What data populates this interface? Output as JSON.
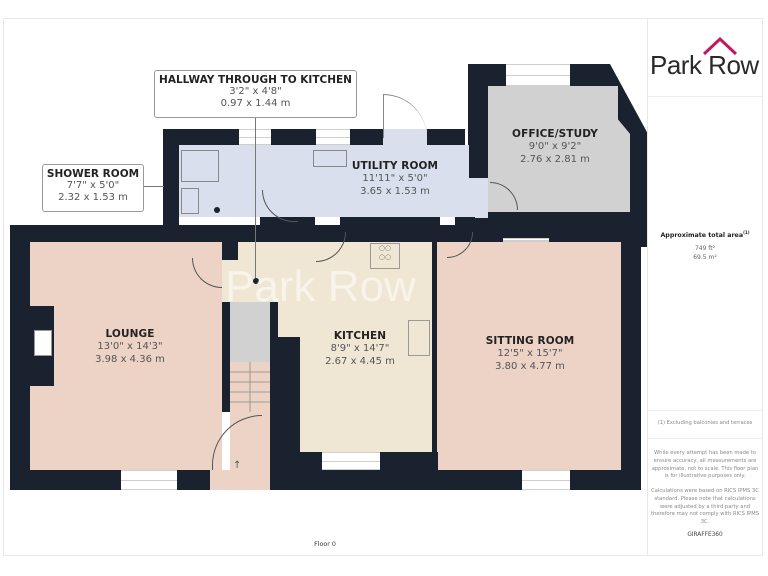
{
  "brand": {
    "name": "Park Row",
    "accent_color": "#c4185c"
  },
  "floor_label": "Floor 0",
  "watermark": "Park Row",
  "area": {
    "title": "Approximate total area",
    "title_sup": "(1)",
    "sq_ft": "749 ft²",
    "sq_m": "69.5 m²"
  },
  "notes": {
    "footnote": "(1) Excluding balconies and terraces",
    "disclaimer": "While every attempt has been made to ensure accuracy, all measurements are approximate, not to scale. This floor plan is for illustrative purposes only.",
    "calculation": "Calculations were based on RICS IPMS 3C standard. Please note that calculations were adjusted by a third party and therefore may not comply with RICS IPMS 3C.",
    "credit": "GIRAFFE360"
  },
  "rooms": {
    "hallway": {
      "name": "HALLWAY THROUGH TO KITCHEN",
      "imperial": "3'2\" x 4'8\"",
      "metric": "0.97 x 1.44 m"
    },
    "shower": {
      "name": "SHOWER ROOM",
      "imperial": "7'7\" x 5'0\"",
      "metric": "2.32 x 1.53 m"
    },
    "utility": {
      "name": "UTILITY ROOM",
      "imperial": "11'11\" x 5'0\"",
      "metric": "3.65 x 1.53 m"
    },
    "office": {
      "name": "OFFICE/STUDY",
      "imperial": "9'0\" x 9'2\"",
      "metric": "2.76 x 2.81 m"
    },
    "lounge": {
      "name": "LOUNGE",
      "imperial": "13'0\" x 14'3\"",
      "metric": "3.98 x 4.36 m"
    },
    "kitchen": {
      "name": "KITCHEN",
      "imperial": "8'9\" x 14'7\"",
      "metric": "2.67 x 4.45 m"
    },
    "sitting": {
      "name": "SITTING ROOM",
      "imperial": "12'5\" x 15'7\"",
      "metric": "3.80 x 4.77 m"
    }
  },
  "colors": {
    "wall": "#1a2230",
    "lounge": "#ecd3c6",
    "kitchen": "#efe7d4",
    "utility": "#d9dfec",
    "office": "#d1d1d1",
    "sitting": "#ecd3c6"
  }
}
